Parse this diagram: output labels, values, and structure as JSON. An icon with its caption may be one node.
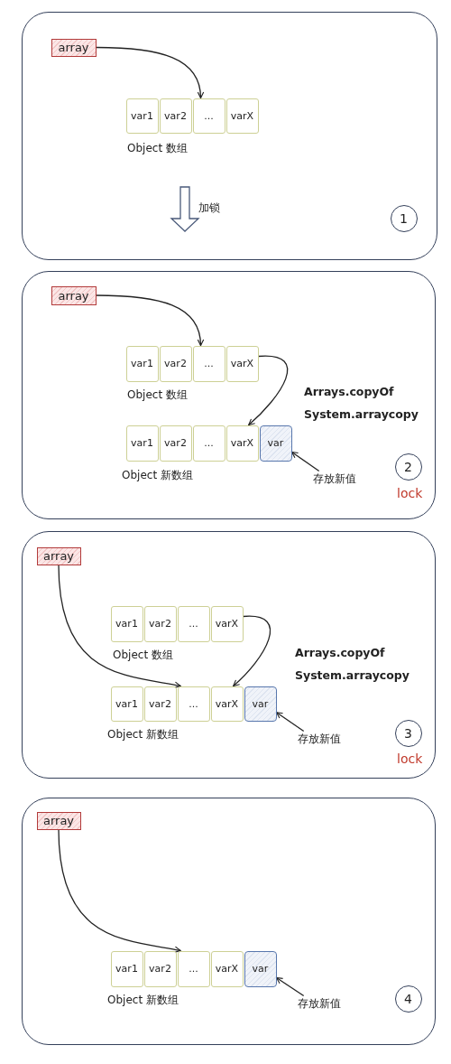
{
  "diagram": {
    "nodes": [
      {
        "text": [],
        "shape": "box"
      },
      {
        "text": [
          "array"
        ],
        "in": 0
      },
      {
        "text": [
          "var1"
        ],
        "in": 0
      },
      {
        "text": [
          "var2"
        ],
        "in": 0
      },
      {
        "text": [
          "..."
        ],
        "in": 0
      },
      {
        "text": [
          "varX"
        ],
        "in": 0
      },
      {
        "text": [
          "1"
        ],
        "in": 0
      },
      {
        "text": [],
        "shape": "box"
      },
      {
        "text": [
          "array"
        ],
        "in": 7
      },
      {
        "text": [
          "var1"
        ],
        "in": 7
      },
      {
        "text": [
          "var2"
        ],
        "in": 7
      },
      {
        "text": [
          "..."
        ],
        "in": 7
      },
      {
        "text": [
          "varX"
        ],
        "in": 7
      },
      {
        "text": [
          "var1"
        ],
        "in": 7
      },
      {
        "text": [
          "var2"
        ],
        "in": 7
      },
      {
        "text": [
          "..."
        ],
        "in": 7
      },
      {
        "text": [
          "varX"
        ],
        "in": 7
      },
      {
        "text": [
          "var"
        ],
        "in": 7
      },
      {
        "text": [
          "存放新值"
        ],
        "in": 7
      },
      {
        "text": [
          "2"
        ],
        "in": 7
      },
      {
        "text": [],
        "shape": "box"
      },
      {
        "text": [
          "array"
        ],
        "in": 20
      },
      {
        "text": [
          "var1"
        ],
        "in": 20
      },
      {
        "text": [
          "var2"
        ],
        "in": 20
      },
      {
        "text": [
          "..."
        ],
        "in": 20
      },
      {
        "text": [
          "varX"
        ],
        "in": 20
      },
      {
        "text": [
          "var1"
        ],
        "in": 20
      },
      {
        "text": [
          "var2"
        ],
        "in": 20
      },
      {
        "text": [
          "..."
        ],
        "in": 20
      },
      {
        "text": [
          "varX"
        ],
        "in": 20
      },
      {
        "text": [
          "var"
        ],
        "in": 20
      },
      {
        "text": [
          "存放新值"
        ],
        "in": 20
      },
      {
        "text": [
          "3"
        ],
        "in": 20
      },
      {
        "text": [],
        "shape": "box"
      },
      {
        "text": [
          "array"
        ],
        "in": 33
      },
      {
        "text": [
          "var1"
        ],
        "in": 33
      },
      {
        "text": [
          "var2"
        ],
        "in": 33
      },
      {
        "text": [
          "..."
        ],
        "in": 33
      },
      {
        "text": [
          "varX"
        ],
        "in": 33
      },
      {
        "text": [
          "var"
        ],
        "in": 33
      },
      {
        "text": [
          "存放新值"
        ],
        "in": 33
      },
      {
        "text": [
          "4"
        ],
        "in": 33
      }
    ],
    "edges": [
      {
        "from": 1,
        "to": 4,
        "arrow": "to"
      },
      {
        "from": 8,
        "to": 11,
        "arrow": "to"
      },
      {
        "from": 12,
        "to": 16,
        "arrow": "to",
        "label": "Arrays.copyOf System.arraycopy"
      },
      {
        "from": 18,
        "to": 17,
        "arrow": "to"
      },
      {
        "from": 21,
        "to": 28,
        "arrow": "to"
      },
      {
        "from": 25,
        "to": 29,
        "arrow": "to",
        "label": "Arrays.copyOf System.arraycopy"
      },
      {
        "from": 31,
        "to": 30,
        "arrow": "to"
      },
      {
        "from": 34,
        "to": 37,
        "arrow": "to"
      },
      {
        "from": 40,
        "to": 39,
        "arrow": "to"
      }
    ],
    "labels": [
      "Object 数组",
      "加锁",
      "Object 数组",
      "Object 新数组",
      "lock",
      "Object 数组",
      "Object 新数组",
      "lock",
      "Object 新数组"
    ]
  }
}
